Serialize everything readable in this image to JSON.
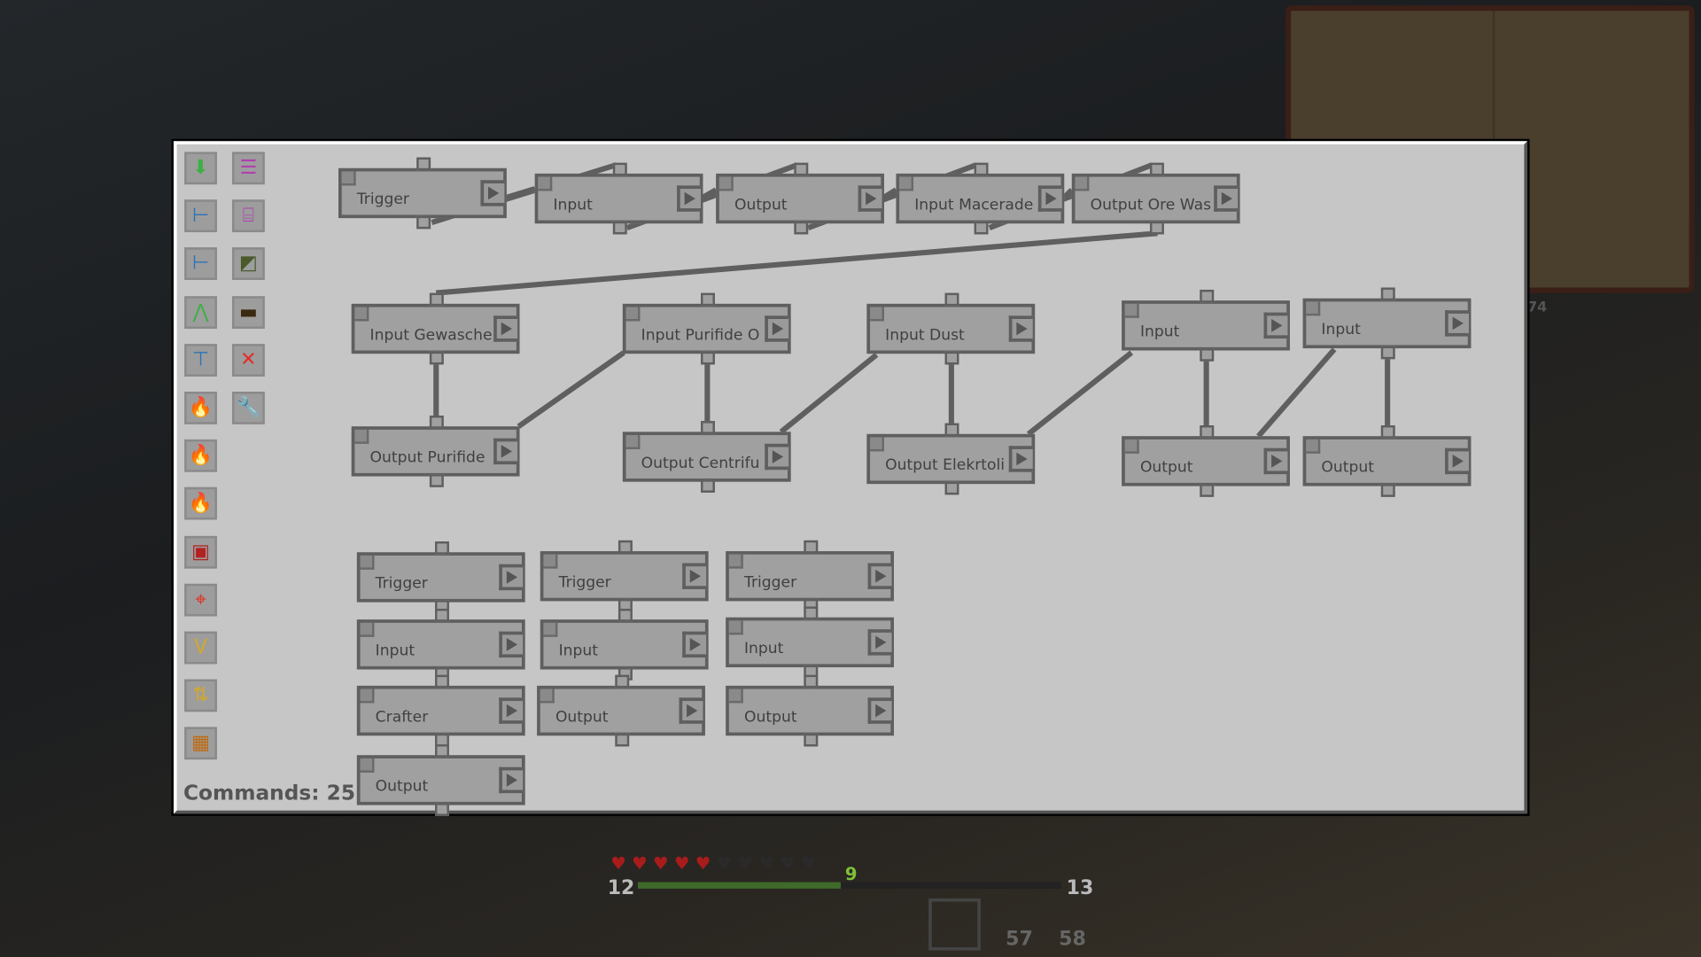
{
  "toolbar": {
    "left": [
      {
        "icon": "input-arrow-icon",
        "glyph": "⬇",
        "color": "#3cb043"
      },
      {
        "icon": "item-input-icon",
        "glyph": "⊢",
        "color": "#2a73b8"
      },
      {
        "icon": "item-output-icon",
        "glyph": "⊢",
        "color": "#2a73b8"
      },
      {
        "icon": "split-icon",
        "glyph": "⋀",
        "color": "#3cb043"
      },
      {
        "icon": "distribute-icon",
        "glyph": "⊤",
        "color": "#2a73b8"
      },
      {
        "icon": "fuel-input-icon",
        "glyph": "🔥",
        "color": "#e52b1a"
      },
      {
        "icon": "fuel-output-icon",
        "glyph": "🔥",
        "color": "#e52b1a"
      },
      {
        "icon": "fuel-split-icon",
        "glyph": "🔥",
        "color": "#e52b1a"
      },
      {
        "icon": "redstone-emitter-icon",
        "glyph": "▣",
        "color": "#b22222"
      },
      {
        "icon": "redstone-condition-icon",
        "glyph": "⌖",
        "color": "#e52b1a"
      },
      {
        "icon": "variable-icon",
        "glyph": "V",
        "color": "#d4a82a"
      },
      {
        "icon": "loop-icon",
        "glyph": "⇅",
        "color": "#d4a82a"
      },
      {
        "icon": "crafting-grid-icon",
        "glyph": "▦",
        "color": "#c06a10"
      }
    ],
    "right": [
      {
        "icon": "list-icon",
        "glyph": "☰",
        "color": "#b040b0"
      },
      {
        "icon": "group-icon",
        "glyph": "⌸",
        "color": "#b040b0"
      },
      {
        "icon": "camouflage-icon",
        "glyph": "◩",
        "color": "#4a5a2a"
      },
      {
        "icon": "sign-icon",
        "glyph": "▬",
        "color": "#3a2a10"
      },
      {
        "icon": "delete-icon",
        "glyph": "✕",
        "color": "#e52b2b"
      },
      {
        "icon": "wrench-icon",
        "glyph": "🔧",
        "color": "#555555"
      }
    ]
  },
  "nodes": [
    "Trigger",
    "Input",
    "Output",
    "Input Macerade",
    "Output Ore Was",
    "Input Gewasche",
    "Input Purifide O",
    "Input Dust",
    "Input",
    "Input",
    "Output Purifide",
    "Output Centrifu",
    "Output Elekrtoli",
    "Output",
    "Output",
    "Trigger",
    "Input",
    "Crafter",
    "Output",
    "Trigger",
    "Input",
    "Output",
    "Trigger",
    "Input",
    "Output"
  ],
  "commands_label": "Commands: 25",
  "hud": {
    "level": "9",
    "left_count": "12",
    "right_count": "13",
    "hearts_full": 5,
    "hearts_total": 10,
    "xp_progress": 0.48,
    "stack1": "57",
    "stack2": "58"
  },
  "map_number": "74",
  "colors": {
    "panel": "#c6c6c6",
    "node": "#a0a0a0",
    "wire": "#5f5f5f"
  }
}
